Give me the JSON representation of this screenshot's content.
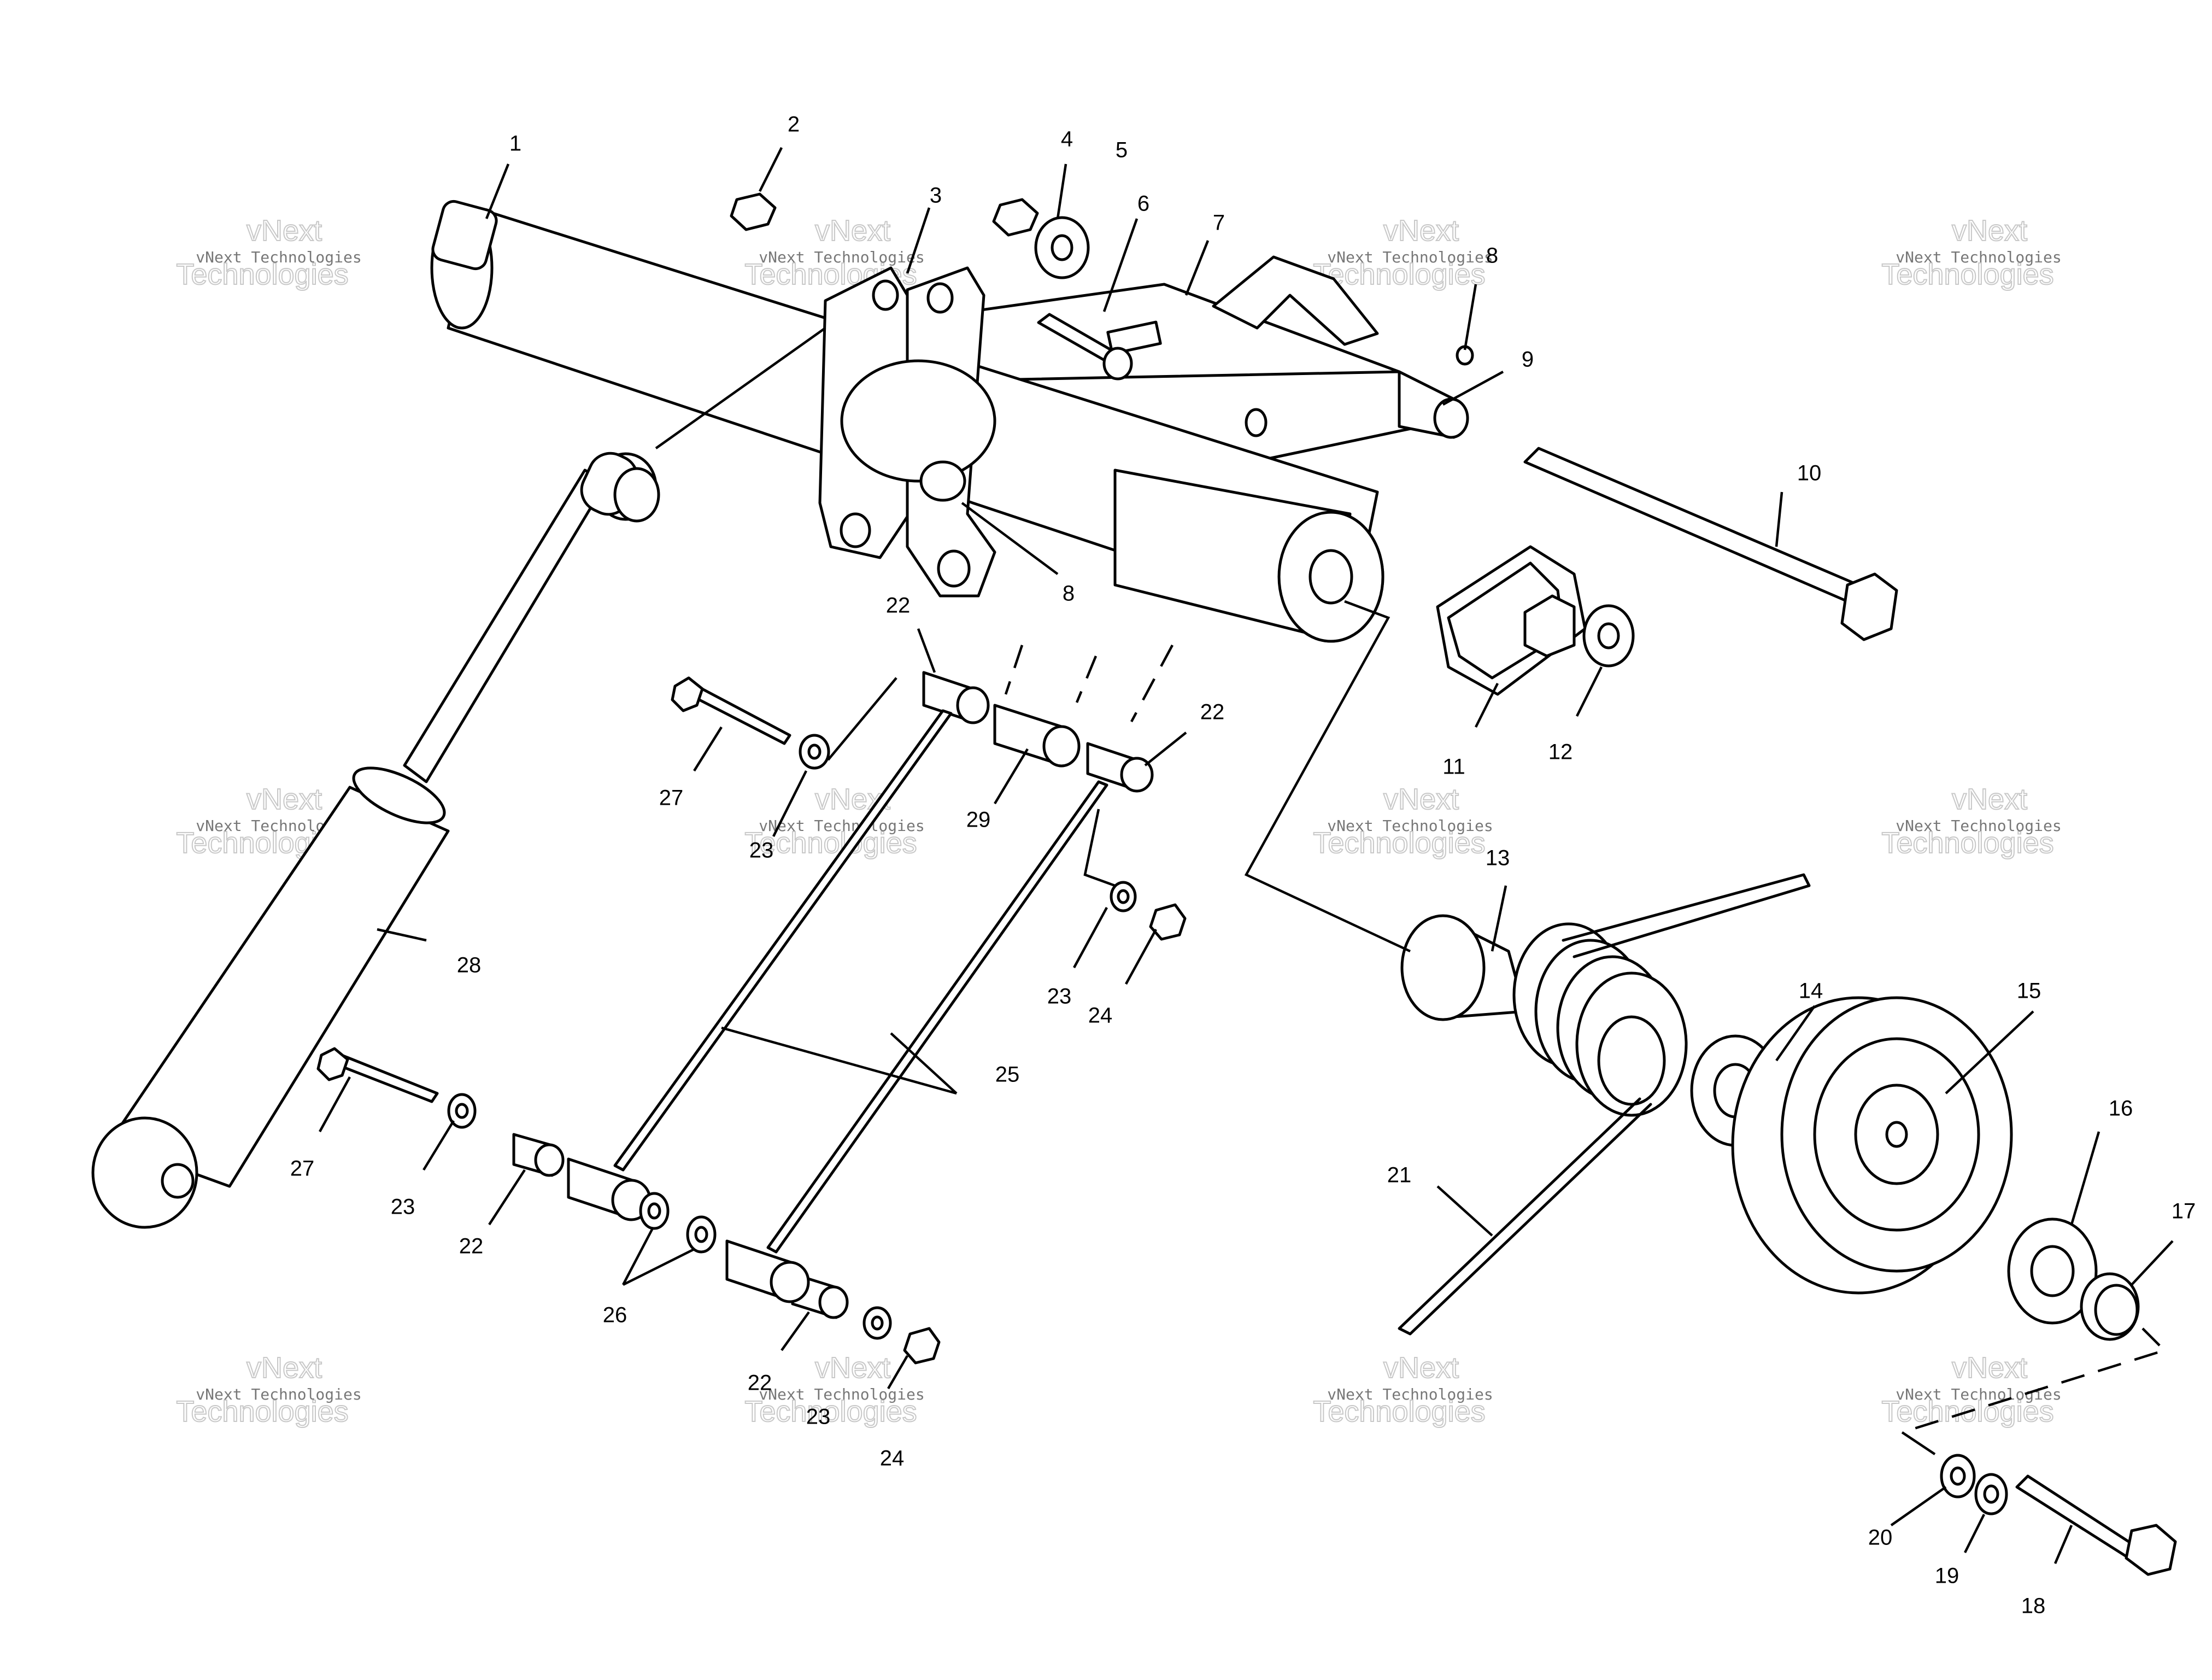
{
  "diagram": {
    "callouts": [
      {
        "id": "c1",
        "label": "1"
      },
      {
        "id": "c2",
        "label": "2"
      },
      {
        "id": "c3",
        "label": "3"
      },
      {
        "id": "c4",
        "label": "4"
      },
      {
        "id": "c5",
        "label": "5"
      },
      {
        "id": "c6",
        "label": "6"
      },
      {
        "id": "c7",
        "label": "7"
      },
      {
        "id": "c8a",
        "label": "8"
      },
      {
        "id": "c8b",
        "label": "8"
      },
      {
        "id": "c9",
        "label": "9"
      },
      {
        "id": "c10",
        "label": "10"
      },
      {
        "id": "c11",
        "label": "11"
      },
      {
        "id": "c12",
        "label": "12"
      },
      {
        "id": "c13",
        "label": "13"
      },
      {
        "id": "c14",
        "label": "14"
      },
      {
        "id": "c15",
        "label": "15"
      },
      {
        "id": "c16",
        "label": "16"
      },
      {
        "id": "c17",
        "label": "17"
      },
      {
        "id": "c18",
        "label": "18"
      },
      {
        "id": "c19",
        "label": "19"
      },
      {
        "id": "c20",
        "label": "20"
      },
      {
        "id": "c21",
        "label": "21"
      },
      {
        "id": "c22a",
        "label": "22"
      },
      {
        "id": "c22b",
        "label": "22"
      },
      {
        "id": "c22c",
        "label": "22"
      },
      {
        "id": "c22d",
        "label": "22"
      },
      {
        "id": "c23a",
        "label": "23"
      },
      {
        "id": "c23b",
        "label": "23"
      },
      {
        "id": "c23c",
        "label": "23"
      },
      {
        "id": "c23d",
        "label": "23"
      },
      {
        "id": "c24a",
        "label": "24"
      },
      {
        "id": "c24b",
        "label": "24"
      },
      {
        "id": "c25",
        "label": "25"
      },
      {
        "id": "c26",
        "label": "26"
      },
      {
        "id": "c27a",
        "label": "27"
      },
      {
        "id": "c27b",
        "label": "27"
      },
      {
        "id": "c28",
        "label": "28"
      },
      {
        "id": "c29",
        "label": "29"
      }
    ],
    "watermark": {
      "line1": "vNext Technologies",
      "line2": "vNext",
      "line3": "Technologies"
    }
  }
}
